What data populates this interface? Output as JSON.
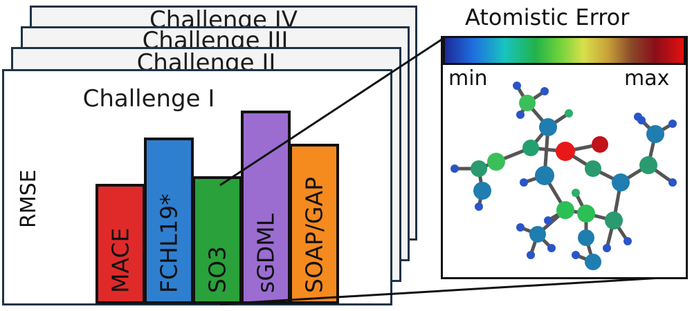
{
  "cards": {
    "back3_title": "Challenge IV",
    "back2_title": "Challenge III",
    "back1_title": "Challenge II",
    "front_title": "Challenge I"
  },
  "ylabel": "RMSE",
  "chart_data": {
    "type": "bar",
    "categories": [
      "MACE",
      "FCHL19*",
      "SO3",
      "sGDML",
      "SOAP/GAP"
    ],
    "values": [
      0.62,
      0.86,
      0.66,
      1.0,
      0.83
    ],
    "colors": [
      "#e02a2a",
      "#2f7fd0",
      "#2aa13a",
      "#9b6dd1",
      "#f58a1f"
    ],
    "ylabel": "RMSE",
    "title": "Challenge I"
  },
  "legend": {
    "title": "Atomistic Error",
    "min_label": "min",
    "max_label": "max"
  }
}
